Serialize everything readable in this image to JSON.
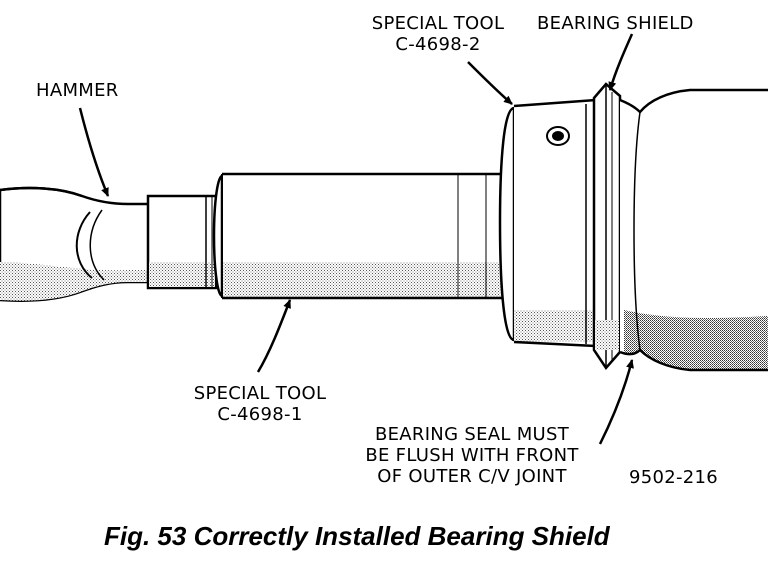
{
  "labels": {
    "hammer": "HAMMER",
    "tool_2_line1": "SPECIAL TOOL",
    "tool_2_line2": "C-4698-2",
    "bearing_shield": "BEARING SHIELD",
    "tool_1_line1": "SPECIAL TOOL",
    "tool_1_line2": "C-4698-1",
    "note_line1": "BEARING SEAL MUST",
    "note_line2": "BE FLUSH WITH FRONT",
    "note_line3": "OF OUTER C/V JOINT",
    "figure_code": "9502-216"
  },
  "caption": "Fig. 53 Correctly Installed Bearing Shield",
  "icons": {
    "pointer_arrows": "leader-arrow-icon"
  }
}
